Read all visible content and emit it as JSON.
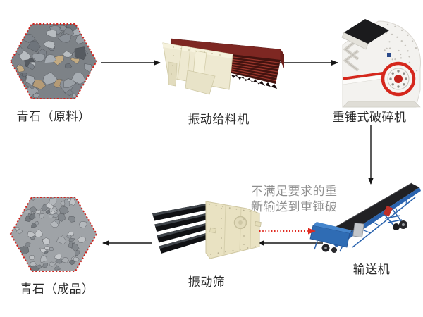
{
  "nodes": [
    {
      "id": "raw-material",
      "label": "青石（原料）",
      "kind": "material-photo"
    },
    {
      "id": "vibrating-feeder",
      "label": "振动给料机",
      "kind": "machine"
    },
    {
      "id": "hammer-crusher",
      "label": "重锤式破碎机",
      "kind": "machine"
    },
    {
      "id": "conveyor",
      "label": "输送机",
      "kind": "machine"
    },
    {
      "id": "vibrating-screen",
      "label": "振动筛",
      "kind": "machine"
    },
    {
      "id": "finished-product",
      "label": "青石（成品）",
      "kind": "material-photo"
    }
  ],
  "note": {
    "line1": "不满足要求的重",
    "line2": "新输送到重锤破"
  },
  "flow_arrows": [
    {
      "from": "raw-material",
      "to": "vibrating-feeder",
      "style": "solid-black"
    },
    {
      "from": "vibrating-feeder",
      "to": "hammer-crusher",
      "style": "solid-black"
    },
    {
      "from": "hammer-crusher",
      "to": "conveyor",
      "style": "solid-black"
    },
    {
      "from": "conveyor",
      "to": "vibrating-screen",
      "style": "solid-black"
    },
    {
      "from": "vibrating-screen",
      "to": "finished-product",
      "style": "solid-black"
    },
    {
      "from": "vibrating-screen",
      "to": "conveyor",
      "style": "dotted-red"
    }
  ],
  "colors": {
    "background": "#ffffff",
    "arrow_black": "#161616",
    "accent_red": "#e02a20",
    "hex_border_red": "#d2251f",
    "note_gray": "#8f8f8f",
    "label_text": "#2a2a2a",
    "feeder_maroon": "#7e2722",
    "machine_cream": "#eee9d1",
    "conveyor_blue": "#2a63ae",
    "crusher_white": "#f3f2ef"
  }
}
